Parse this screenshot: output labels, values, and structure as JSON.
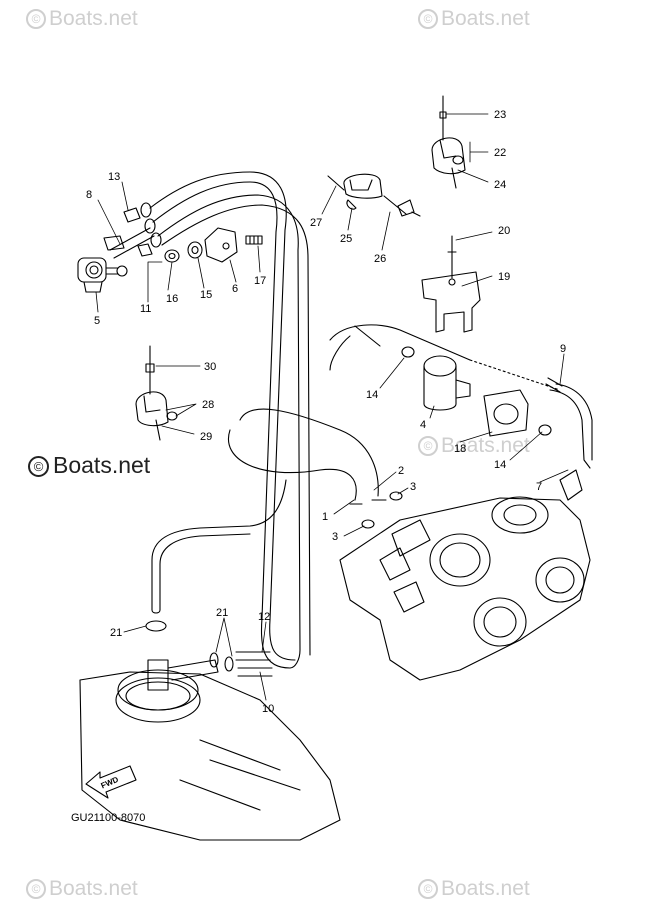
{
  "watermarks": {
    "top_left": "Boats.net",
    "top_right": "Boats.net",
    "middle": "Boats.net",
    "mid_right": "Boats.net",
    "bottom_left": "Boats.net",
    "bottom_right": "Boats.net",
    "copyright_symbol": "©"
  },
  "diagram_code": "GU21100-8070",
  "fwd_label": "FWD",
  "callouts": {
    "c1": "1",
    "c2": "2",
    "c3a": "3",
    "c3b": "3",
    "c4": "4",
    "c5": "5",
    "c6": "6",
    "c7": "7",
    "c8": "8",
    "c9": "9",
    "c10": "10",
    "c11": "11",
    "c12": "12",
    "c13": "13",
    "c14a": "14",
    "c14b": "14",
    "c15": "15",
    "c16": "16",
    "c17": "17",
    "c18": "18",
    "c19": "19",
    "c20": "20",
    "c21a": "21",
    "c21b": "21",
    "c22": "22",
    "c23": "23",
    "c24": "24",
    "c25": "25",
    "c26": "26",
    "c27": "27",
    "c28": "28",
    "c29": "29",
    "c30": "30"
  }
}
